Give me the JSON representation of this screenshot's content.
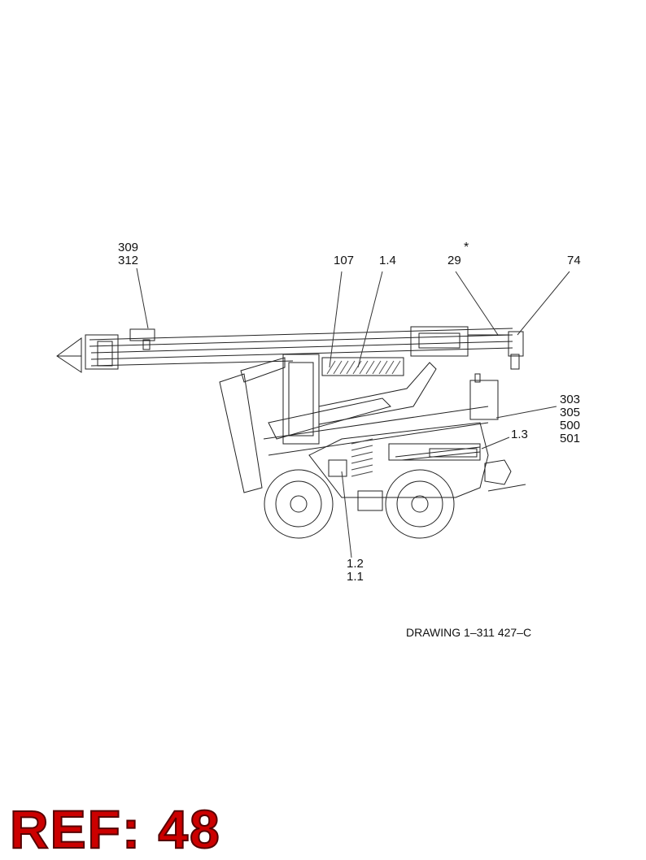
{
  "callouts": {
    "top_left": [
      "309",
      "312"
    ],
    "c107": "107",
    "c14": "1.4",
    "c29": "29",
    "c74": "74",
    "right_group": [
      "303",
      "305",
      "500",
      "501"
    ],
    "c13": "1.3",
    "bottom": [
      "1.2",
      "1.1"
    ],
    "asterisk": "*"
  },
  "caption": "DRAWING 1–311 427–C",
  "ref_label": "REF: 48"
}
